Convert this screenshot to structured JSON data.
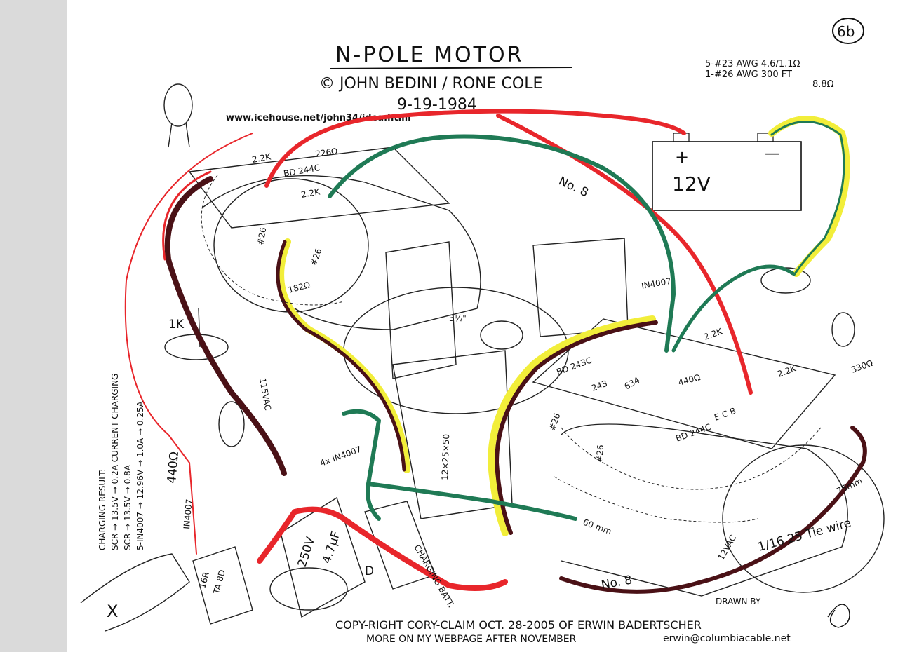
{
  "title": {
    "line1": "N-POLE MOTOR",
    "line2": "© JOHN BEDINI / RONE COLE",
    "line3": "9-19-1984"
  },
  "page_number": "6b",
  "url": "www.icehouse.net/john34/idea.html",
  "wire_spec": {
    "line1": "5-#23 AWG  4.6/1.1Ω",
    "line2": "1-#26 AWG  300 FT",
    "line3": "8.8Ω"
  },
  "battery_12v": {
    "plus": "+",
    "minus": "—",
    "voltage": "12V"
  },
  "labels": {
    "no8_top": "No. 8",
    "no8_bottom": "No. 8",
    "r22k_top_left": "2.2K",
    "r226": "226Ω",
    "bd244c_top": "BD 244C",
    "r22k_top_mid": "2.2K",
    "num26_left": "#26",
    "num26_left2": "#26",
    "r182": "182Ω",
    "pot_1k": "1K",
    "vac_115": "115VAC",
    "dim_3half": "3½\"",
    "dim_12x25x50": "12×25×50",
    "diodes_4x": "4x IN4007",
    "cap_250v": "250V",
    "cap_47uf": "4.7μF",
    "d_mark": "D",
    "charging_batt": "CHARGING BATT.",
    "scr_16r": "16R",
    "scr_ta8": "TA 8D",
    "x_mark": "X",
    "in4007_left": "IN4007",
    "r440_left": "440Ω",
    "in4007_right": "IN4007",
    "r22k_right1": "2.2K",
    "bd243_a": "BD 243C",
    "bd243_b": "243",
    "r634": "634",
    "r440_right": "440Ω",
    "r22k_right2": "2.2K",
    "ecb": "E C B",
    "bd244c_right": "BD 244C",
    "r330": "330Ω",
    "num26_right": "#26",
    "num26_right2": "#26",
    "dim_60mm": "60 mm",
    "dim_75mm": "75mm",
    "vac_12": "12VAC",
    "tie_wire": "1/16  25  Tie wire",
    "drawn_by": "DRAWN BY"
  },
  "charging_result": {
    "line1": "CHARGING RESULT:",
    "line2": "SCR → 13.5V → 0.2A CURRENT CHARGING",
    "line3": "SCR → 13.5V → 0.8A",
    "line4": "5-IN4007 → 12.96V → 1.0A → 0.25A"
  },
  "footer": {
    "line1": "COPY-RIGHT CORY-CLAIM OCT. 28-2005 OF ERWIN BADERTSCHER",
    "line2": "MORE ON MY WEBPAGE AFTER NOVEMBER",
    "email": "erwin@columbiacable.net"
  },
  "colors": {
    "paper": "#ffffff",
    "ink": "#111111",
    "wire_red": "#e8262b",
    "wire_green": "#1f7a55",
    "wire_yellow": "#f2ee3a",
    "wire_maroon": "#4a1116",
    "background": "#d9d9d9"
  }
}
